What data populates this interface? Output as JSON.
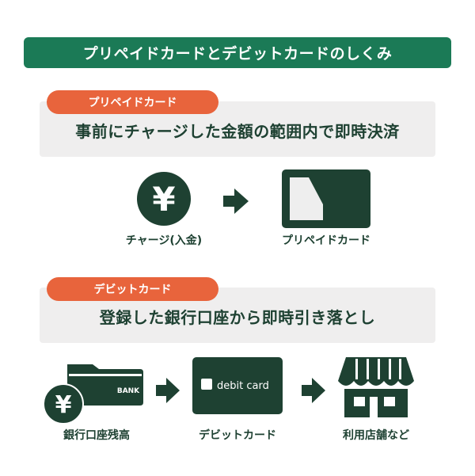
{
  "title": "プリペイドカードとデビットカードのしくみ",
  "prepaid": {
    "tag": "プリペイドカード",
    "description": "事前にチャージした金額の範囲内で即時決済",
    "charge_label": "チャージ(入金)",
    "card_label": "プリペイドカード",
    "yen_symbol": "¥"
  },
  "debit": {
    "tag": "デビットカード",
    "description": "登録した銀行口座から即時引き落とし",
    "bank_text": "BANK",
    "bank_label": "銀行口座残高",
    "card_text": "debit card",
    "card_label": "デビットカード",
    "store_label": "利用店舗など",
    "yen_symbol": "¥"
  },
  "colors": {
    "header_green": "#1b7a56",
    "dark_green": "#1e4132",
    "tag_orange": "#e8643c",
    "panel_gray": "#efeeee"
  },
  "icons": [
    "yen-coin-icon",
    "arrow-right-icon",
    "prepaid-card-icon",
    "bank-card-icon",
    "debit-card-icon",
    "store-icon"
  ]
}
